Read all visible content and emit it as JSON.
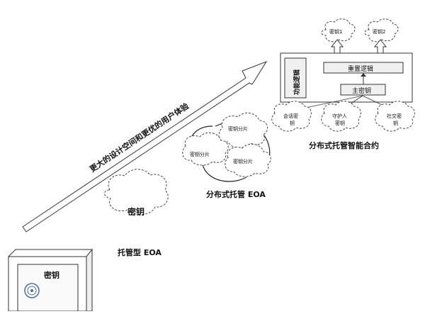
{
  "arrow_label": "更大的设计空间和更优的用户体验",
  "safe": {
    "label": "密钥"
  },
  "custodial": {
    "cloud_label": "密钥",
    "caption": "托管型 EOA"
  },
  "distributed": {
    "shards": [
      "密钥分片",
      "密钥分片",
      "密钥分片"
    ],
    "caption": "分布式托管 EOA"
  },
  "contract": {
    "keys": [
      "密钥1",
      "密钥2"
    ],
    "function_logic": "功能逻辑",
    "reset_logic": "重置逻辑",
    "master_key": "主密钥",
    "sub_keys": [
      [
        "会话密",
        "钥"
      ],
      [
        "守护人",
        "密钥"
      ],
      [
        "社交密",
        "钥"
      ]
    ],
    "caption": "分布式托管智能合约"
  }
}
